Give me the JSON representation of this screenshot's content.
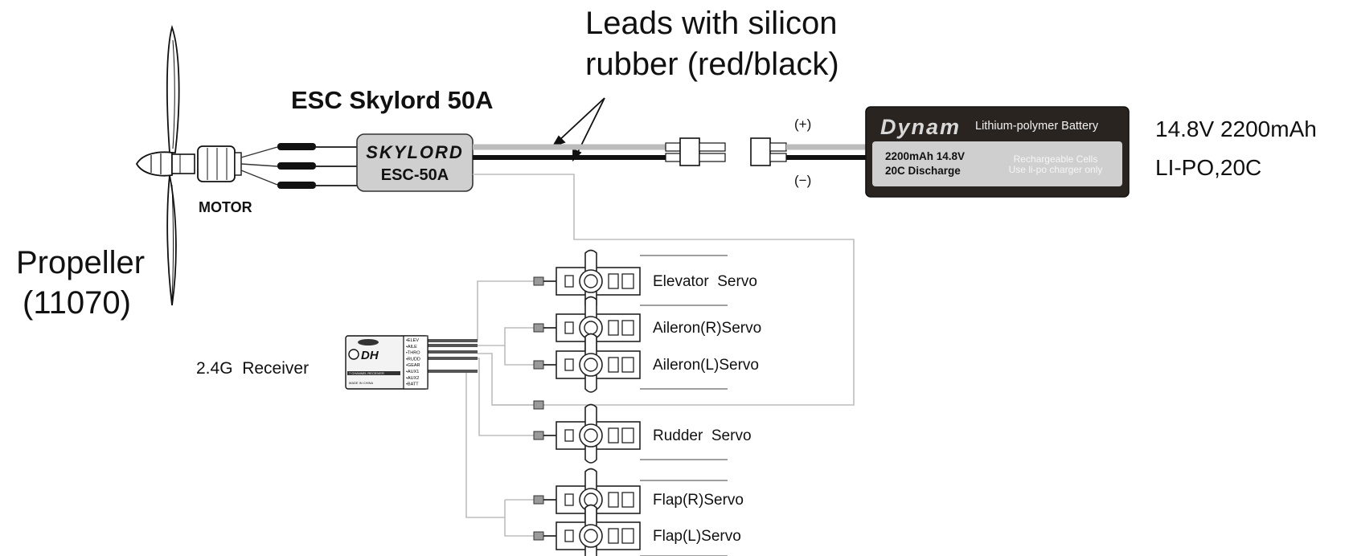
{
  "labels": {
    "leads_line1": "Leads with silicon",
    "leads_line2": "rubber (red/black)",
    "esc_title": "ESC Skylord 50A",
    "esc_brand": "SKYLORD",
    "esc_model": "ESC-50A",
    "motor": "MOTOR",
    "propeller_line1": "Propeller",
    "propeller_line2": "(11070)",
    "receiver": "2.4G  Receiver",
    "plus": "(+)",
    "minus": "(−)",
    "battery_spec_line1": "14.8V 2200mAh",
    "battery_spec_line2": "LI-PO,20C"
  },
  "battery": {
    "brand": "Dynam",
    "type": "Lithium-polymer Battery",
    "capacity_line1": "2200mAh 14.8V",
    "capacity_line2": "20C Discharge",
    "note_line1": "Rechargeable Cells",
    "note_line2": "Use li-po charger only"
  },
  "receiver_unit": {
    "channels": [
      "ELEV",
      "AILE",
      "THRO",
      "RUDD",
      "GEAR",
      "AUX1",
      "AUX2",
      "BATT"
    ],
    "band_text": "7 CHANNEL RECEIVER",
    "made_in": "MADE IN CHINA"
  },
  "servos": [
    {
      "name": "Elevator  Servo"
    },
    {
      "name": "Aileron(R)Servo"
    },
    {
      "name": "Aileron(L)Servo"
    },
    {
      "name": "Rudder  Servo"
    },
    {
      "name": "Flap(R)Servo"
    },
    {
      "name": "Flap(L)Servo"
    }
  ],
  "colors": {
    "lead_red": "#bcbcbc",
    "lead_black": "#111111",
    "battery_body": "#2a2421",
    "esc_body": "#cfcfcf",
    "wire_grey": "#bdbdbd"
  }
}
